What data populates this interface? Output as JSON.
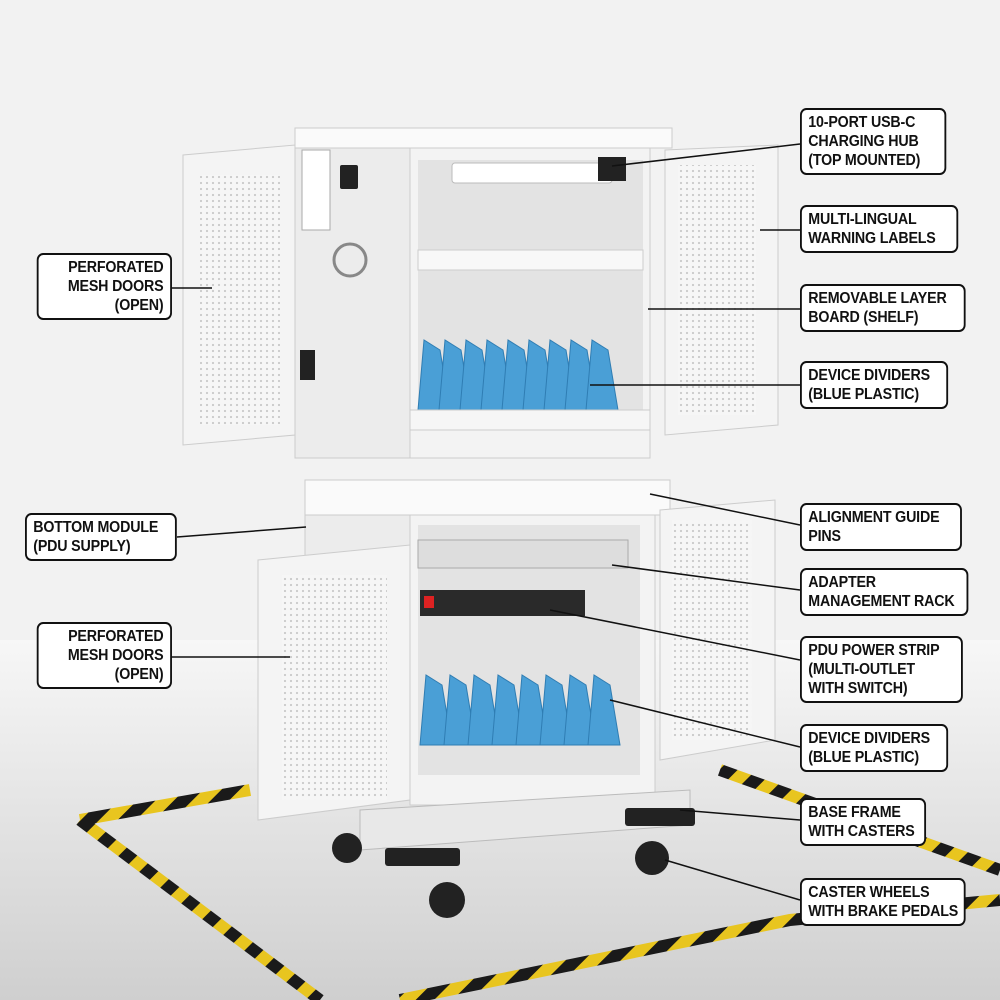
{
  "colors": {
    "cabinet": "#f4f4f4",
    "divider": "#4a9fd6",
    "hazard_yellow": "#e8c51f",
    "hazard_black": "#1a1a1a",
    "floor": "#dcdcdc"
  },
  "callouts": {
    "left": [
      {
        "lines": [
          "PERFORATED",
          "MESH DOORS",
          "(OPEN)"
        ]
      },
      {
        "lines": [
          "BOTTOM MODULE",
          "(PDU SUPPLY)"
        ]
      },
      {
        "lines": [
          "PERFORATED",
          "MESH DOORS",
          "(OPEN)"
        ]
      }
    ],
    "right": [
      {
        "lines": [
          "10-PORT USB-C",
          "CHARGING HUB",
          "(TOP MOUNTED)"
        ]
      },
      {
        "lines": [
          "MULTI-LINGUAL",
          "WARNING LABELS"
        ]
      },
      {
        "lines": [
          "REMOVABLE LAYER",
          "BOARD (SHELF)"
        ]
      },
      {
        "lines": [
          "DEVICE DIVIDERS",
          "(BLUE PLASTIC)"
        ]
      },
      {
        "lines": [
          "ALIGNMENT GUIDE",
          "PINS"
        ]
      },
      {
        "lines": [
          "ADAPTER",
          "MANAGEMENT RACK"
        ]
      },
      {
        "lines": [
          "PDU POWER STRIP",
          "(MULTI-OUTLET",
          "WITH SWITCH)"
        ]
      },
      {
        "lines": [
          "DEVICE DIVIDERS",
          "(BLUE PLASTIC)"
        ]
      },
      {
        "lines": [
          "BASE FRAME",
          "WITH CASTERS"
        ]
      },
      {
        "lines": [
          "CASTER WHEELS",
          "WITH BRAKE PEDALS"
        ]
      }
    ]
  }
}
